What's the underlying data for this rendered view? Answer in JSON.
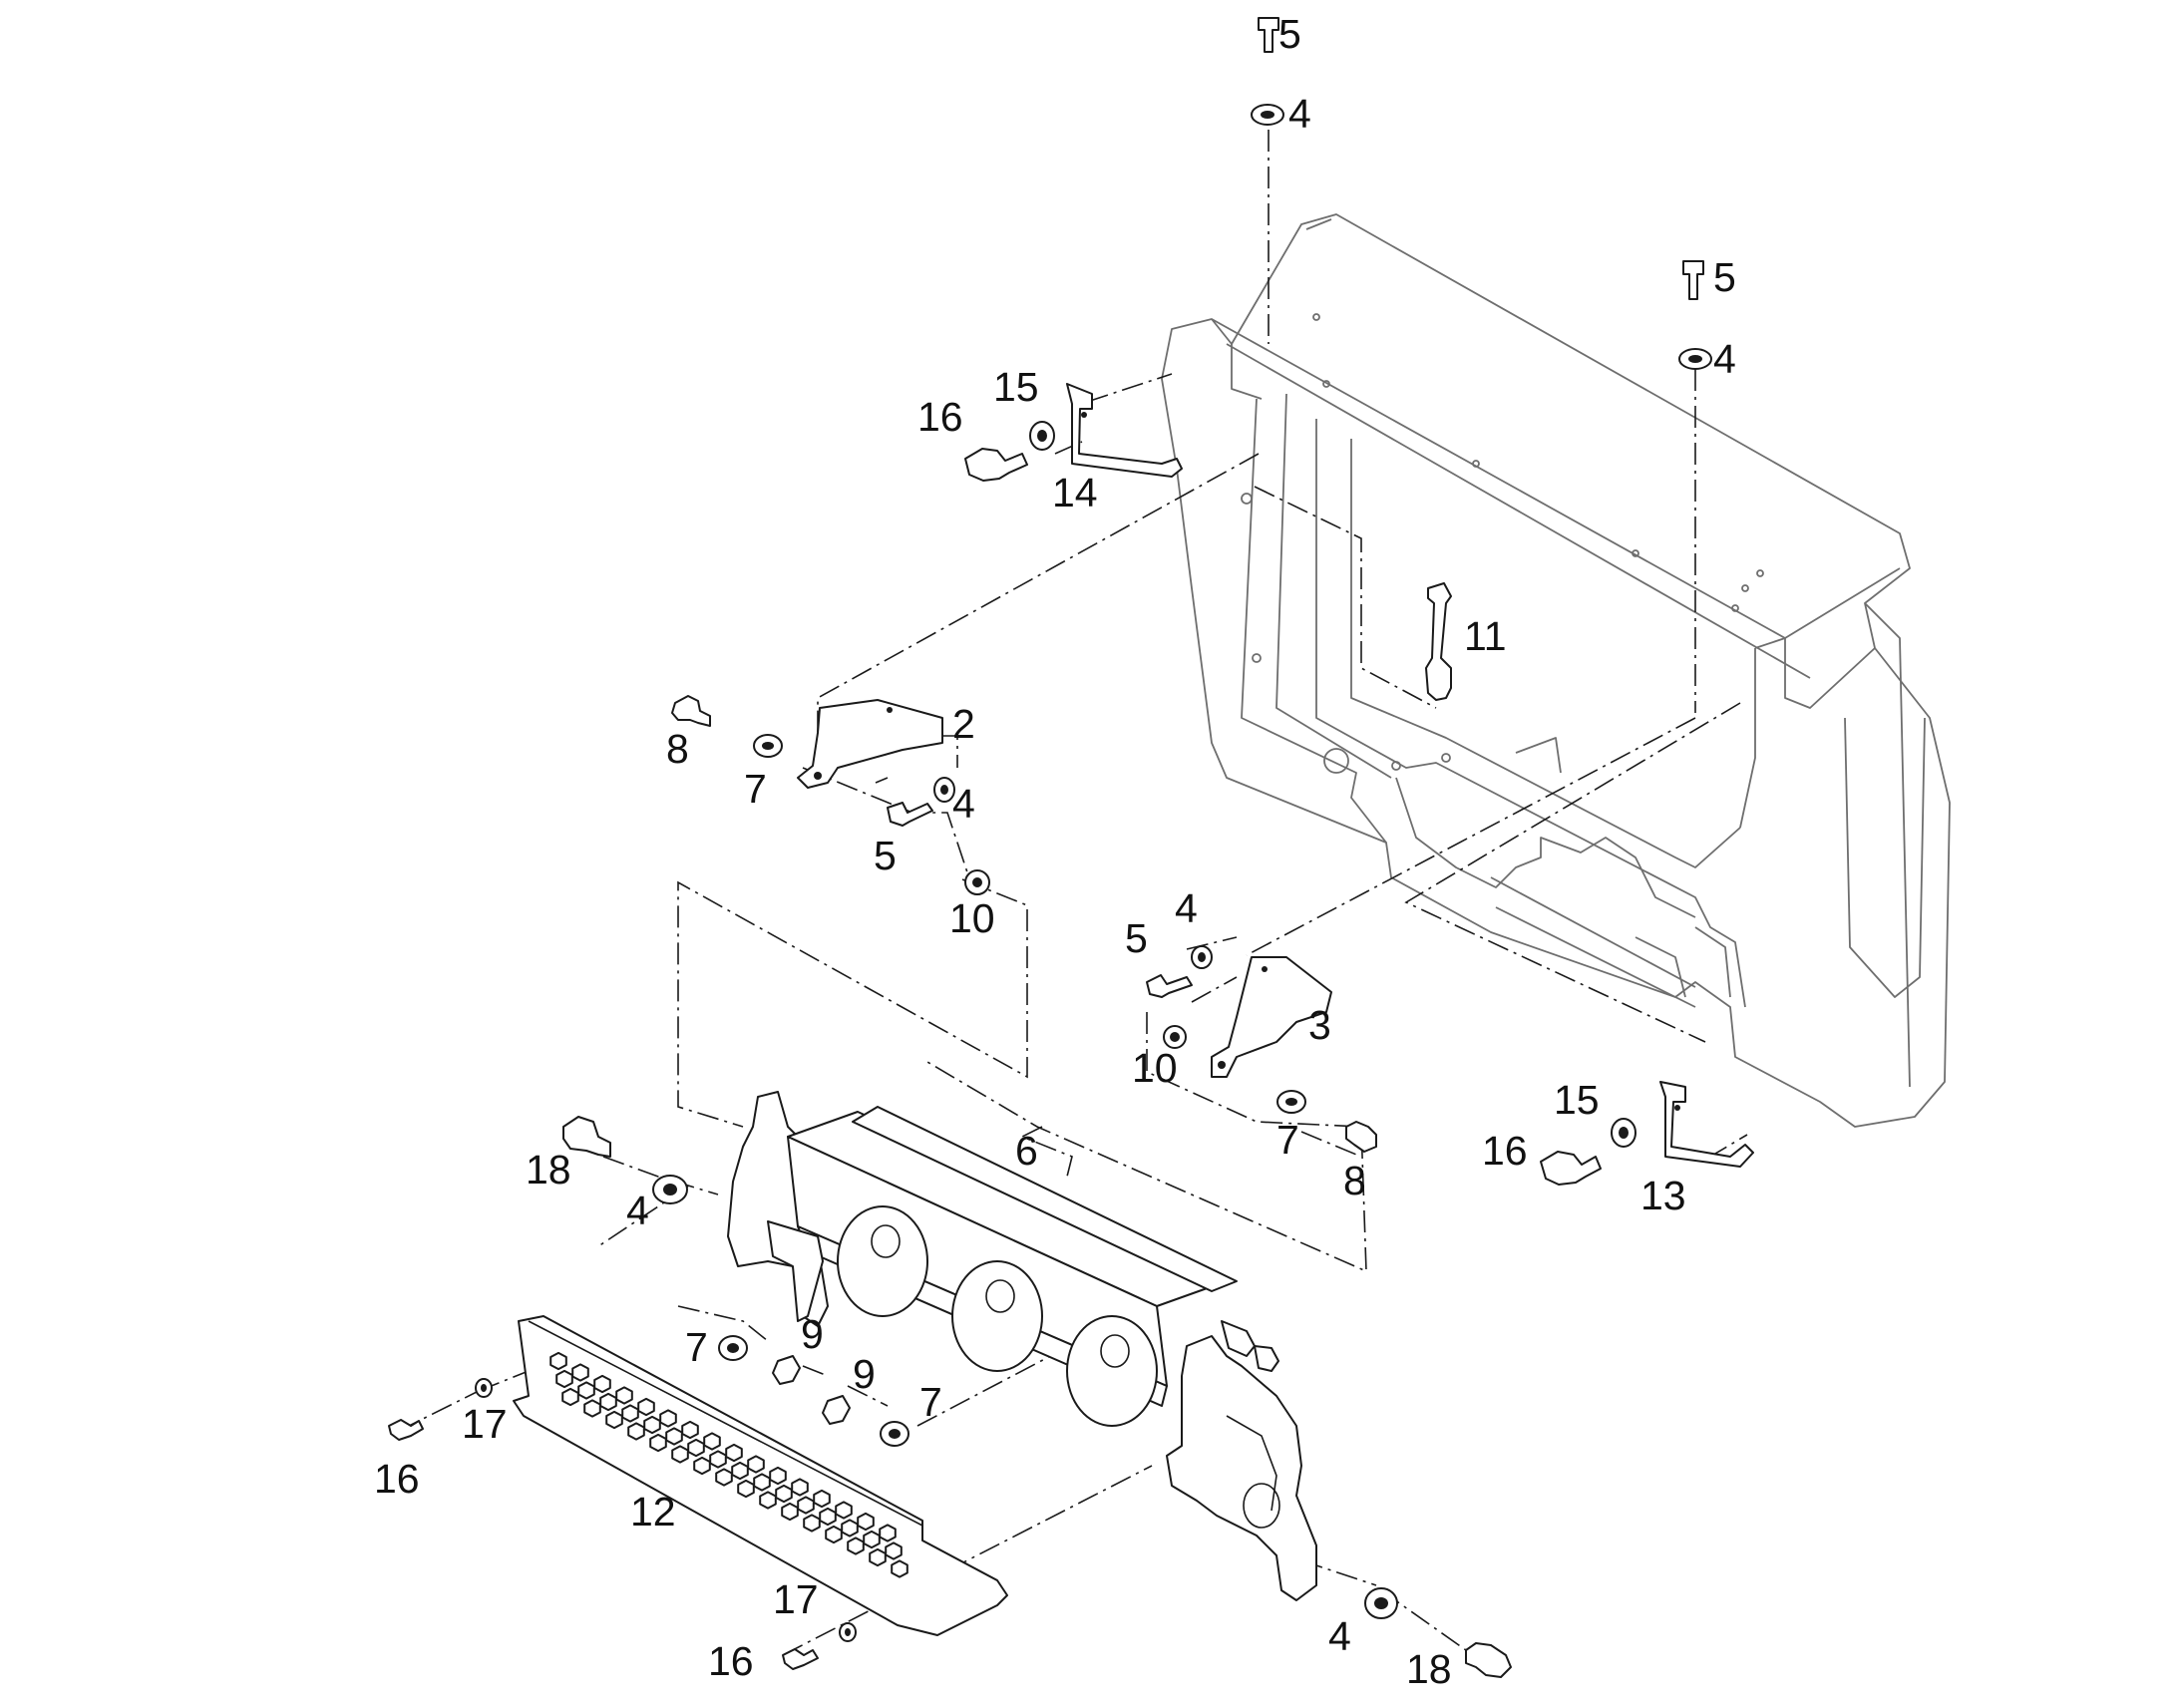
{
  "diagram": {
    "callouts": [
      {
        "id": "c5a",
        "text": "5"
      },
      {
        "id": "c4a",
        "text": "4"
      },
      {
        "id": "c5b",
        "text": "5"
      },
      {
        "id": "c4b",
        "text": "4"
      },
      {
        "id": "c15a",
        "text": "15"
      },
      {
        "id": "c16a",
        "text": "16"
      },
      {
        "id": "c14",
        "text": "14"
      },
      {
        "id": "c11",
        "text": "11"
      },
      {
        "id": "c2",
        "text": "2"
      },
      {
        "id": "c8a",
        "text": "8"
      },
      {
        "id": "c7a",
        "text": "7"
      },
      {
        "id": "c4c",
        "text": "4"
      },
      {
        "id": "c5c",
        "text": "5"
      },
      {
        "id": "c10a",
        "text": "10"
      },
      {
        "id": "c5d",
        "text": "5"
      },
      {
        "id": "c4d",
        "text": "4"
      },
      {
        "id": "c3",
        "text": "3"
      },
      {
        "id": "c10b",
        "text": "10"
      },
      {
        "id": "c7b",
        "text": "7"
      },
      {
        "id": "c8b",
        "text": "8"
      },
      {
        "id": "c15b",
        "text": "15"
      },
      {
        "id": "c16b",
        "text": "16"
      },
      {
        "id": "c13",
        "text": "13"
      },
      {
        "id": "c6",
        "text": "6"
      },
      {
        "id": "c18a",
        "text": "18"
      },
      {
        "id": "c4e",
        "text": "4"
      },
      {
        "id": "c9a",
        "text": "9"
      },
      {
        "id": "c7c",
        "text": "7"
      },
      {
        "id": "c9b",
        "text": "9"
      },
      {
        "id": "c7d",
        "text": "7"
      },
      {
        "id": "c17a",
        "text": "17"
      },
      {
        "id": "c16c",
        "text": "16"
      },
      {
        "id": "c12",
        "text": "12"
      },
      {
        "id": "c17b",
        "text": "17"
      },
      {
        "id": "c16d",
        "text": "16"
      },
      {
        "id": "c4f",
        "text": "4"
      },
      {
        "id": "c18b",
        "text": "18"
      }
    ]
  }
}
